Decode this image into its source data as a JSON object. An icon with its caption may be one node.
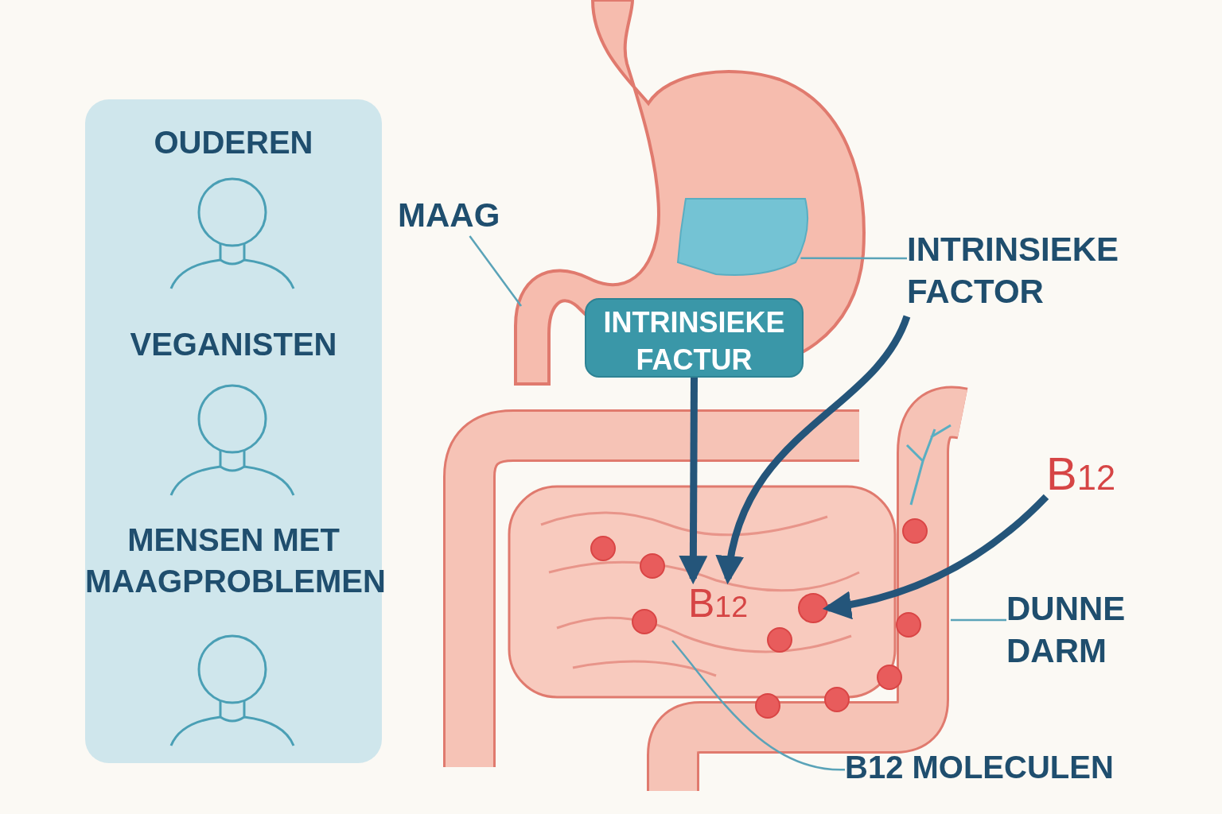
{
  "diagram": {
    "nodes": [
      {
        "text": [
          "OUDEREN",
          "VEGANISTEN",
          "MENSEN MET MAAGPROBLEMEN"
        ]
      },
      {
        "text": [
          "MAAG"
        ]
      },
      {
        "text": [],
        "shape": "picture"
      },
      {
        "text": [],
        "shape": "box",
        "in": 2
      },
      {
        "text": [
          "INTRINSIEKE FACTOR"
        ]
      },
      {
        "text": [
          "INTRINSIEKE FACTUR"
        ],
        "in": 2
      },
      {
        "text": [],
        "shape": "picture"
      },
      {
        "text": [
          "B$_{12}$"
        ],
        "in": 6
      },
      {
        "text": [
          "B$_{12}$"
        ]
      },
      {
        "text": [
          "DUNNE DARM"
        ]
      },
      {
        "text": [
          "B12 MOLECULEN"
        ]
      },
      {
        "text": [],
        "shape": "circle",
        "in": 6
      }
    ],
    "edges": [
      {
        "from": 1,
        "to": 2,
        "arrow": "none"
      },
      {
        "from": 4,
        "to": 3,
        "arrow": "none"
      },
      {
        "from": 5,
        "to": 7,
        "arrow": "to",
        "style": "thick",
        "color": "#24557a"
      },
      {
        "from": 4,
        "to": 7,
        "arrow": "to",
        "style": "thick",
        "color": "#24557a"
      },
      {
        "from": 8,
        "to": 11,
        "arrow": "to",
        "style": "thick",
        "color": "#24557a"
      },
      {
        "from": 9,
        "to": 6,
        "arrow": "none"
      },
      {
        "from": 10,
        "to": 6,
        "arrow": "none"
      }
    ]
  }
}
